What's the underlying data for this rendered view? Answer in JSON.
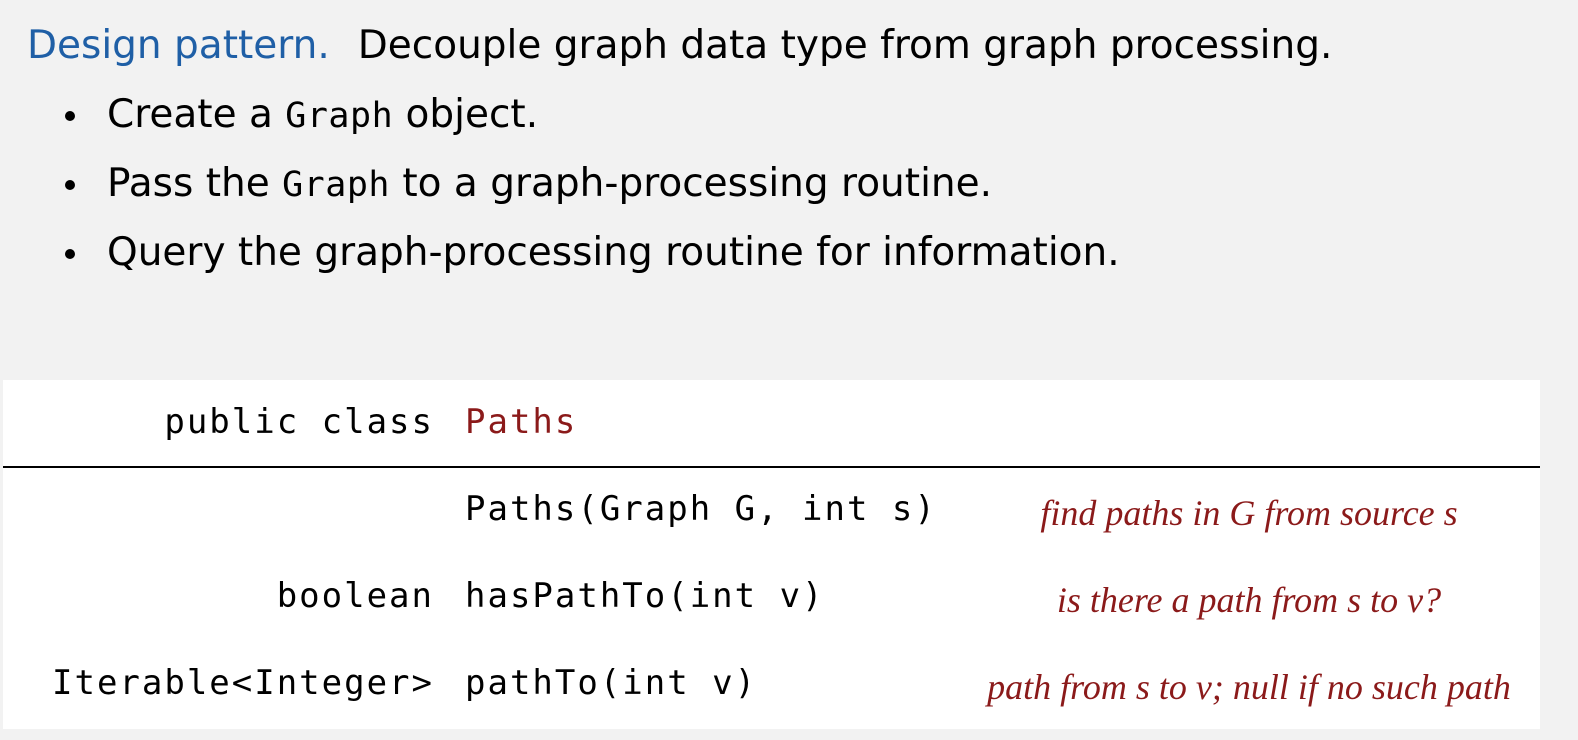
{
  "heading": {
    "lead": "Design pattern.",
    "text": "Decouple graph data type from graph processing."
  },
  "bullets": [
    {
      "pre": "Create a ",
      "code": "Graph",
      "post": " object."
    },
    {
      "pre": "Pass the ",
      "code": "Graph",
      "post": " to a graph-processing routine."
    },
    {
      "pre": "Query the graph-processing routine for information.",
      "code": "",
      "post": ""
    }
  ],
  "api": {
    "signature_prefix": "public class",
    "class_name": "Paths",
    "rows": [
      {
        "type": "",
        "method": "Paths(Graph G, int s)",
        "description": "find paths in G from source s"
      },
      {
        "type": "boolean",
        "method": "hasPathTo(int v)",
        "description": "is there a path from s to v?"
      },
      {
        "type": "Iterable<Integer>",
        "method": "pathTo(int v)",
        "description": "path from s to v; null if no such path"
      }
    ]
  },
  "colors": {
    "background": "#f2f2f2",
    "heading_lead": "#1f5fa6",
    "class_name": "#8b1a1a",
    "description": "#8b1a1a",
    "table_background": "#ffffff"
  }
}
